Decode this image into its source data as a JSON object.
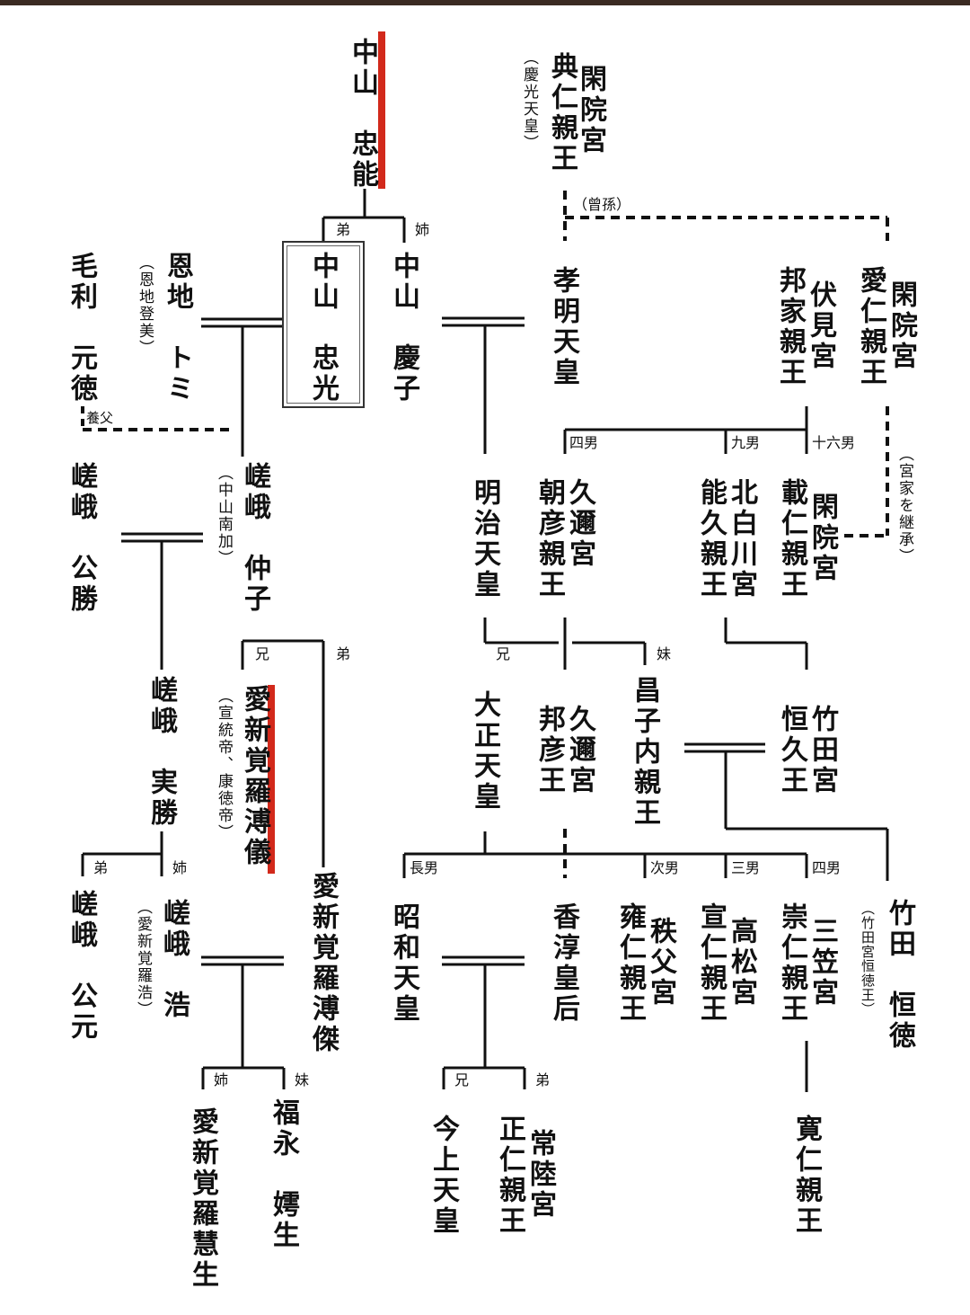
{
  "people": {
    "nakayama_tadayasu": "中山　忠能",
    "kaninnomiya_sukehito_title": "閑院宮",
    "kaninnomiya_sukehito": "典仁親王",
    "sukehito_note": "（慶光天皇）",
    "mori_motonori": "毛利　元徳",
    "onchi_tomi": "恩地　トミ",
    "onchi_note": "（恩地登美）",
    "nakayama_tadamitsu": "中山　忠光",
    "nakayama_yoshiko": "中山　慶子",
    "komei": "孝明天皇",
    "fushiminomiya_title": "伏見宮",
    "fushiminomiya": "邦家親王",
    "kaninnomiya_naruhito_title": "閑院宮",
    "kaninnomiya_naruhito": "愛仁親王",
    "saga_kinkatsu": "嵯峨　公勝",
    "saga_naka": "嵯峨　仲子",
    "saga_naka_note": "（中山南加）",
    "meiji": "明治天皇",
    "kuninomiya_title": "久邇宮",
    "kuninomiya_asahiko": "朝彦親王",
    "kitashirakawa_title": "北白川宮",
    "kitashirakawa_yoshihisa": "能久親王",
    "kaninnomiya_kotohito_title": "閑院宮",
    "kaninnomiya_kotohito": "載仁親王",
    "miyake_note": "（宮家を継承）",
    "saga_sanetou": "嵯峨　実勝",
    "aisin_puyi": "愛新覚羅溥儀",
    "puyi_note": "（宣統帝、康徳帝）",
    "aisin_pujie": "愛新覚羅溥傑",
    "taisho": "大正天皇",
    "kuni_kuniyoshi_title": "久邇宮",
    "kuni_kuniyoshi": "邦彦王",
    "masako": "昌子内親王",
    "takeda_tsunehisa_title": "竹田宮",
    "takeda_tsunehisa": "恒久王",
    "saga_kinmoto": "嵯峨　公元",
    "saga_hiro": "嵯峨　浩",
    "hiro_note": "（愛新覚羅浩）",
    "showa": "昭和天皇",
    "kojun": "香淳皇后",
    "chichibu_title": "秩父宮",
    "chichibu": "雍仁親王",
    "takamatsu_title": "高松宮",
    "takamatsu": "宣仁親王",
    "mikasa_title": "三笠宮",
    "mikasa": "崇仁親王",
    "takeda_tsunenori": "竹田　恒徳",
    "tsunenori_note": "（竹田宮恒徳王）",
    "aisin_eisei": "愛新覚羅慧生",
    "fukunaga_kosei": "福永　嫮生",
    "kinjo": "今上天皇",
    "hitachi_title": "常陸宮",
    "hitachi": "正仁親王",
    "tomohito": "寛仁親王"
  },
  "relations": {
    "younger_brother": "弟",
    "older_sister": "姉",
    "older_brother": "兄",
    "younger_sister": "妹",
    "great_grandson": "（曾孫）",
    "adoptive_father": "養父",
    "fourth_son": "四男",
    "ninth_son": "九男",
    "sixteenth_son": "十六男",
    "eldest_son": "長男",
    "second_son": "次男",
    "third_son": "三男"
  },
  "colors": {
    "red_marker": "#d2291b",
    "lines": "#111111",
    "top_bar": "#3a2a22"
  }
}
